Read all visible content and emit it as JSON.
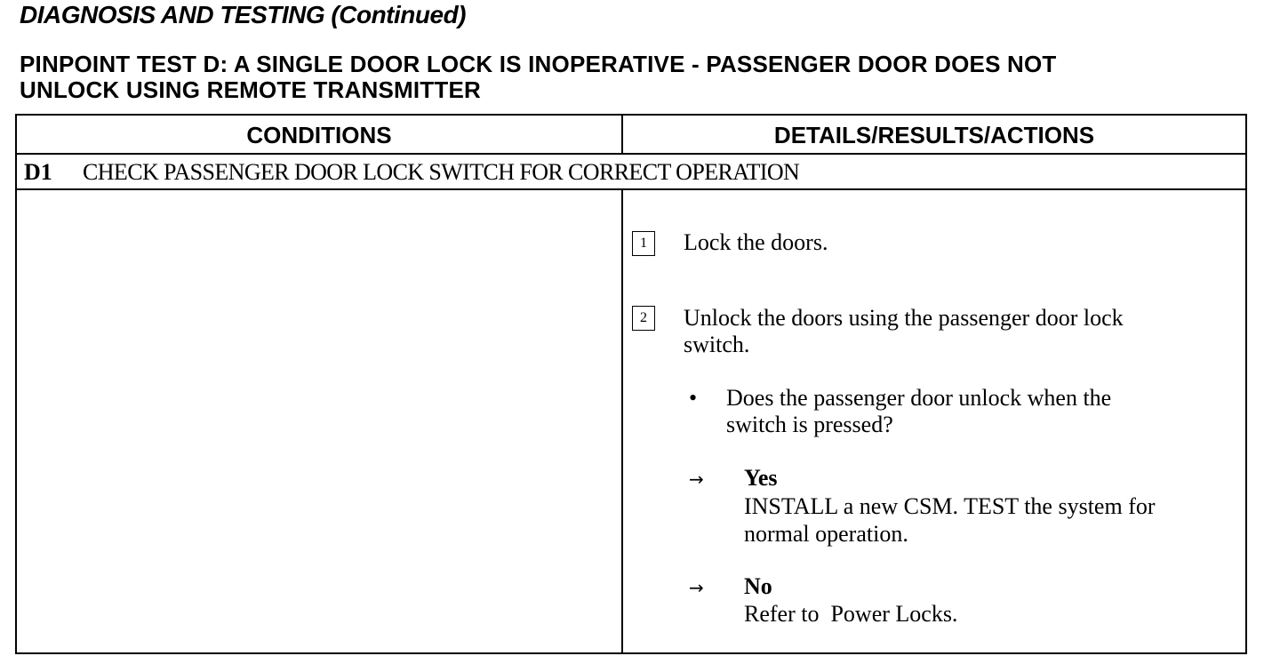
{
  "header": {
    "title": "DIAGNOSIS AND TESTING (Continued)"
  },
  "test": {
    "title_line1": "PINPOINT TEST D: A SINGLE DOOR LOCK IS INOPERATIVE - PASSENGER DOOR DOES NOT",
    "title_line2": "UNLOCK USING REMOTE TRANSMITTER"
  },
  "table": {
    "columns": [
      "CONDITIONS",
      "DETAILS/RESULTS/ACTIONS"
    ],
    "step": {
      "id": "D1",
      "title": "CHECK PASSENGER DOOR LOCK SWITCH FOR CORRECT OPERATION"
    },
    "actions": [
      {
        "num": "1",
        "text_lines": [
          "Lock the doors."
        ]
      },
      {
        "num": "2",
        "text_lines": [
          "Unlock the doors using the passenger door lock",
          "switch."
        ]
      }
    ],
    "question": {
      "bullet": "•",
      "lines": [
        "Does the passenger door unlock when the",
        "switch is pressed?"
      ]
    },
    "results": [
      {
        "arrow": "→",
        "label": "Yes",
        "lines": [
          "INSTALL a new CSM. TEST the system for",
          "normal operation."
        ]
      },
      {
        "arrow": "→",
        "label": "No",
        "lines": [
          "Refer to  Power Locks."
        ]
      }
    ]
  }
}
